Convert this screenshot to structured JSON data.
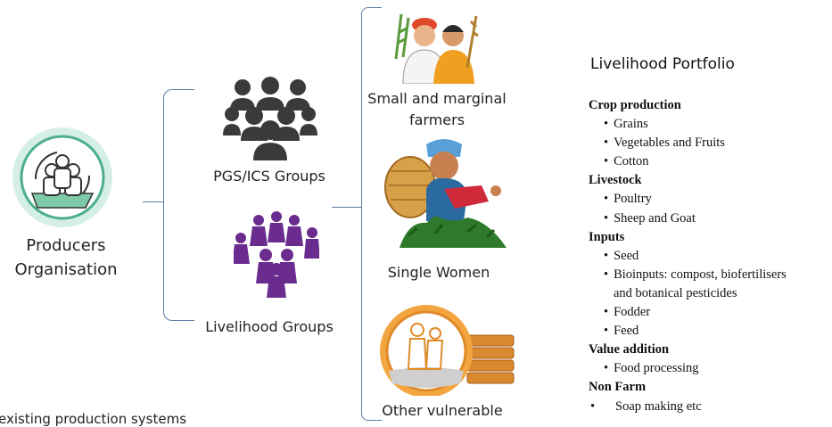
{
  "diagram": {
    "root": {
      "label_line1": "Producers",
      "label_line2": "Organisation",
      "icon": "farmer-community-icon"
    },
    "groups": [
      {
        "label": "PGS/ICS Groups",
        "icon": "people-group-icon"
      },
      {
        "label": "Livelihood Groups",
        "icon": "women-group-icon"
      }
    ],
    "members": [
      {
        "label_line1": "Small and marginal",
        "label_line2": "farmers",
        "icon": "farmer-couple-icon"
      },
      {
        "label": "Single Women",
        "icon": "tea-picker-woman-icon"
      },
      {
        "label": "Other vulnerable",
        "icon": "elderly-coin-stack-icon"
      }
    ],
    "footer_text": "existing production systems"
  },
  "portfolio": {
    "title": "Livelihood Portfolio",
    "sections": [
      {
        "heading": "Crop production",
        "items": [
          "Grains",
          "Vegetables and Fruits",
          "Cotton"
        ]
      },
      {
        "heading": "Livestock",
        "items": [
          "Poultry",
          "Sheep and Goat"
        ]
      },
      {
        "heading": "Inputs",
        "items": [
          "Seed",
          "Bioinputs: compost, biofertilisers",
          "Fodder",
          "Feed"
        ],
        "item_continuation": "and botanical pesticides"
      },
      {
        "heading": "Value addition",
        "items": [
          "Food processing"
        ]
      },
      {
        "heading": "Non Farm",
        "items": [
          "Soap making etc"
        ]
      }
    ]
  },
  "colors": {
    "bracket": "#5b7fa8",
    "root_green": "#4caf8a",
    "group_dark": "#3a3a3a",
    "purple": "#6a2c8e",
    "orange": "#e08a2a"
  }
}
